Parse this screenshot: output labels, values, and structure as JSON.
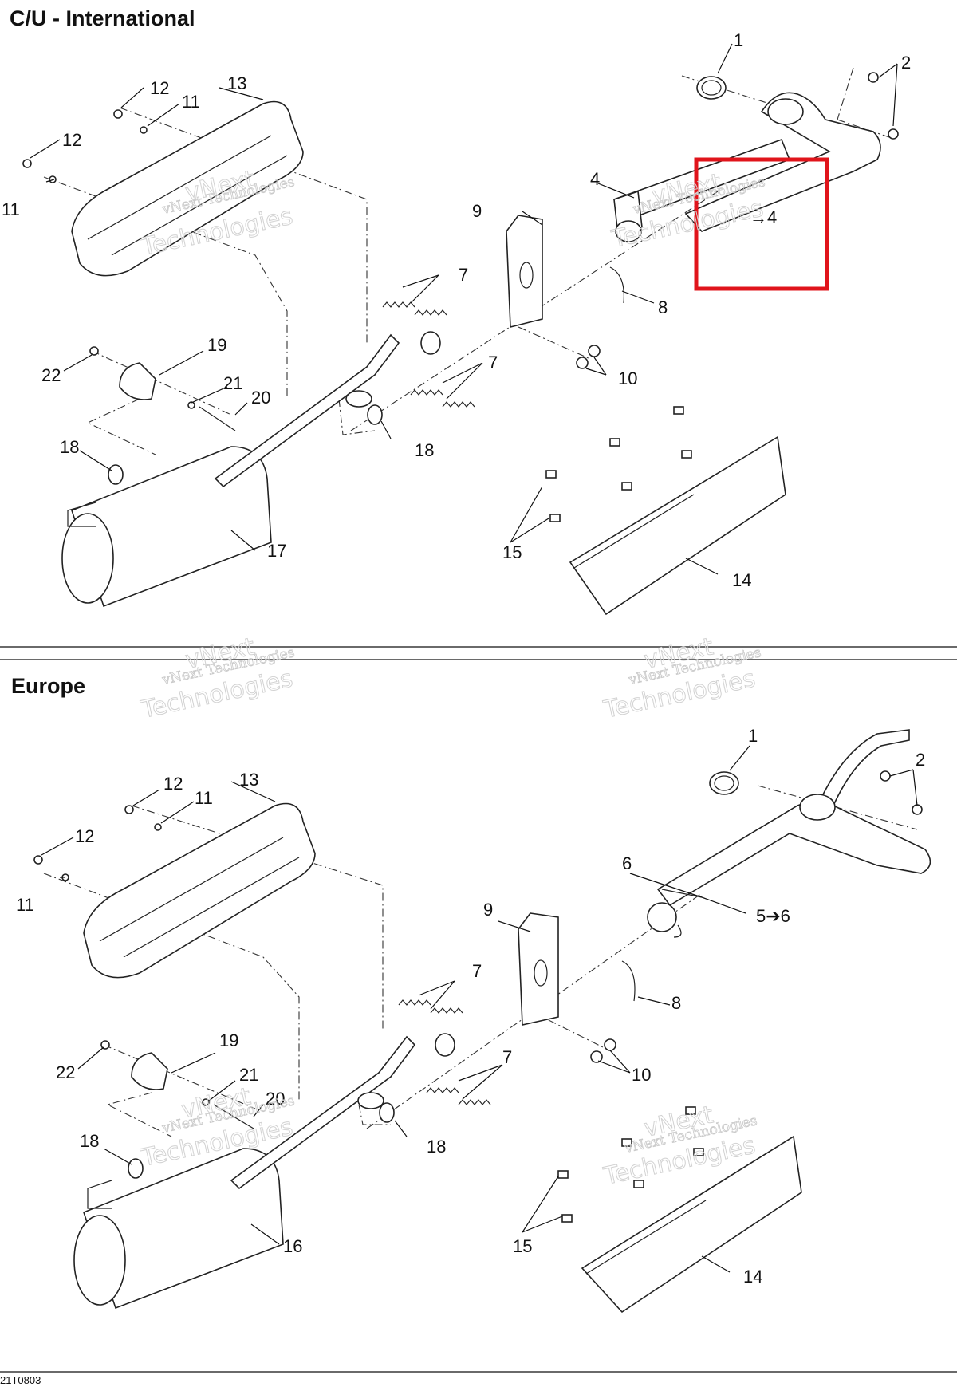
{
  "sections": [
    {
      "title": "C/U - International",
      "callouts": [
        "1",
        "2",
        "4",
        "9",
        "8",
        "7",
        "7",
        "10",
        "12",
        "11",
        "13",
        "12",
        "11",
        "19",
        "21",
        "22",
        "20",
        "18",
        "18",
        "17",
        "15",
        "14",
        "→4"
      ]
    },
    {
      "title": "Europe",
      "callouts": [
        "1",
        "2",
        "6",
        "5➔6",
        "9",
        "8",
        "7",
        "7",
        "10",
        "12",
        "11",
        "13",
        "12",
        "11",
        "19",
        "21",
        "22",
        "20",
        "18",
        "18",
        "16",
        "15",
        "14"
      ]
    }
  ],
  "highlight": {
    "color": "#e0141b"
  },
  "watermark": {
    "line1": "vNext",
    "line2": "vNext Technologies",
    "line3": "Technologies"
  },
  "footer": {
    "code": "21T0803"
  }
}
